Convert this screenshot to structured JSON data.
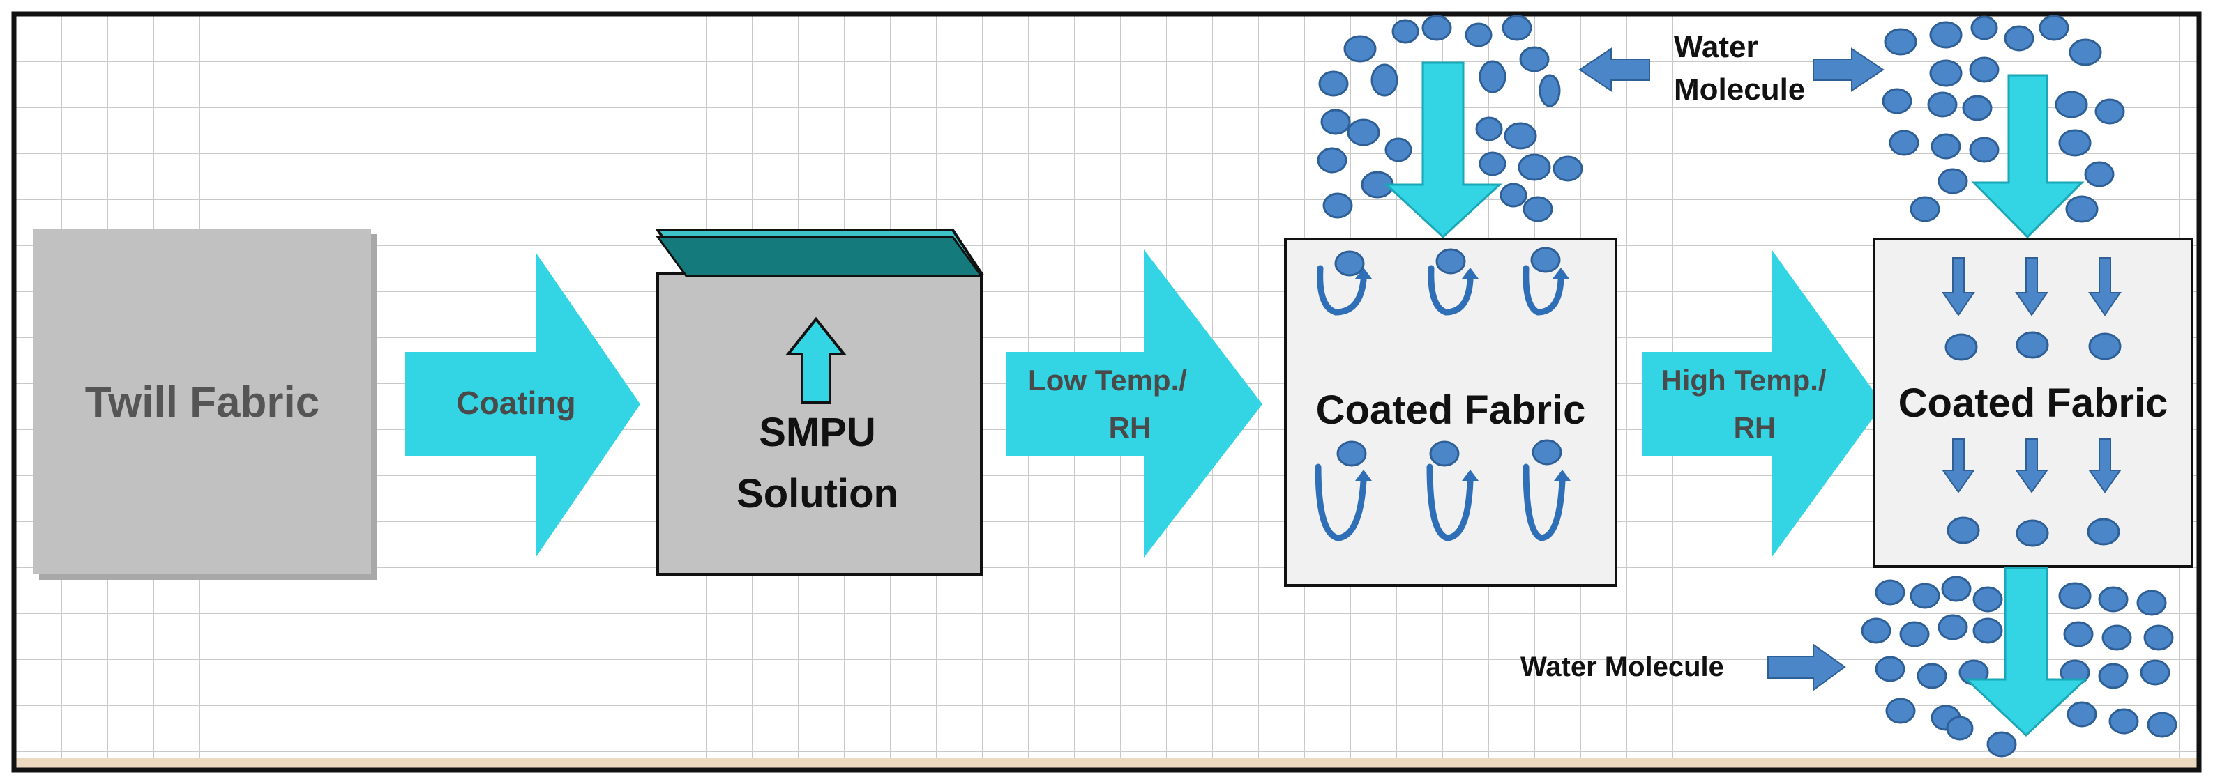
{
  "labels": {
    "twill_fabric": "Twill Fabric",
    "coating": "Coating",
    "smpu_line1": "SMPU",
    "smpu_line2": "Solution",
    "low_temp_line1": "Low Temp./",
    "low_temp_line2": "RH",
    "coated_fabric_left": "Coated Fabric",
    "high_temp_line1": "High Temp./",
    "high_temp_line2": "RH",
    "coated_fabric_right": "Coated Fabric",
    "water_molecule_top_line1": "Water",
    "water_molecule_top_line2": "Molecule",
    "water_molecule_bottom": "Water Molecule"
  },
  "colors": {
    "arrow_fill": "#33d4e3",
    "arrow_outline": "#1aa8b8",
    "molecule_fill": "#4a86c8",
    "molecule_outline": "#2e5f96",
    "grey_box": "#c1c1c1",
    "coated_box": "#f1f1f1",
    "teal_top": "#157a7c",
    "grid_line": "#c9c9c9"
  }
}
